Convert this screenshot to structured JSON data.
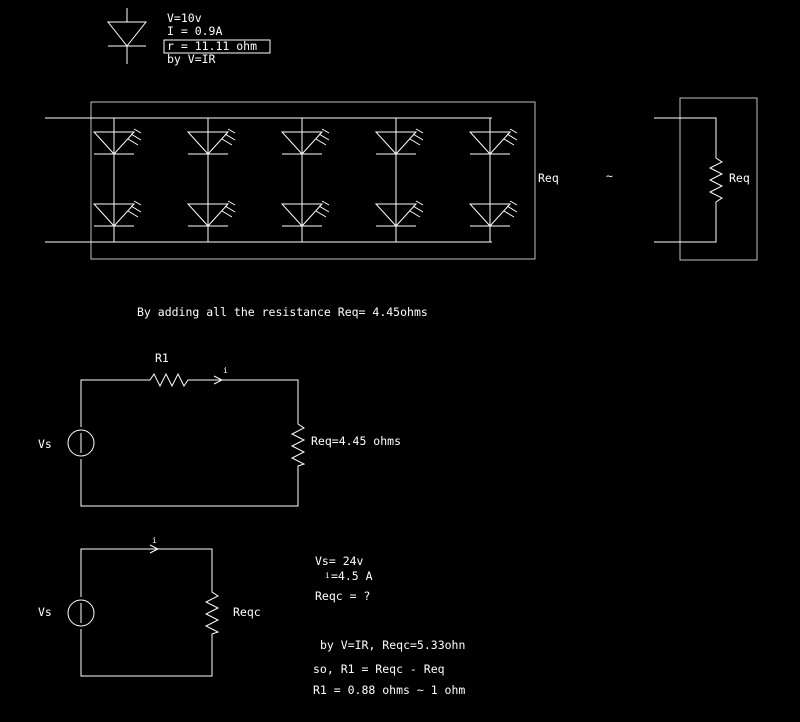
{
  "led_spec": {
    "voltage": "V=10v",
    "current": "I  =  0.9A",
    "resistance": "r  =  11.11  ohm",
    "method": "by  V=IR"
  },
  "array_block": {
    "req_label": "Req",
    "approx_symbol": "~",
    "equivalent_req_label": "Req",
    "led_columns": 5,
    "leds_per_column": 2
  },
  "sum_statement": "By  adding  all  the  resistance  Req=  4.45ohms",
  "circuit1": {
    "r1_label": "R1",
    "current_label": "i",
    "source_label": "Vs",
    "load_label": "Req=4.45  ohms"
  },
  "circuit2": {
    "current_label": "i",
    "source_label": "Vs",
    "load_label": "Reqc",
    "vs_value": "Vs=  24v",
    "i_value_mark": "i",
    "i_value": "=4.5  A",
    "reqc_query": "Reqc  =  ?",
    "reqc_calc": "by  V=IR,  Reqc=5.33ohn",
    "r1_formula": "so,  R1  =  Reqc  -  Req",
    "r1_result": "R1  =  0.88  ohms  ~  1  ohm"
  }
}
